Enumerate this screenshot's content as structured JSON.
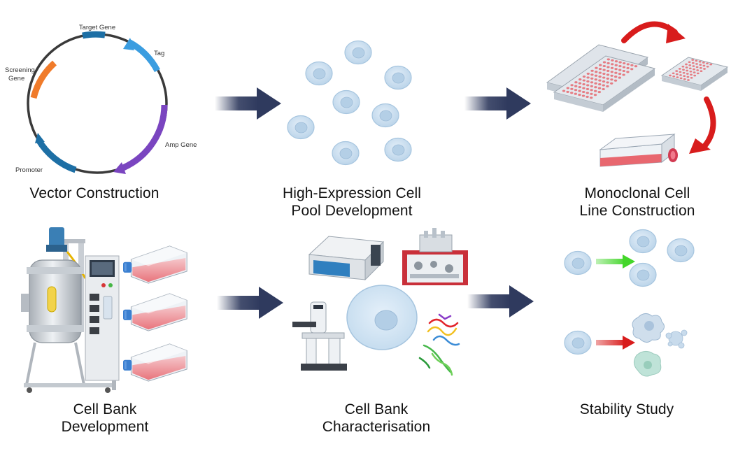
{
  "steps": {
    "vector_construction": {
      "caption": "Vector Construction",
      "labels": {
        "target_gene": "Target Gene",
        "tag": "Tag",
        "screening_gene_line1": "Screening",
        "screening_gene_line2": "Gene",
        "amp_gene": "Amp Gene",
        "promoter": "Promoter"
      }
    },
    "cell_pool": {
      "caption_line1": "High-Expression Cell",
      "caption_line2": "Pool Development"
    },
    "monoclonal": {
      "caption_line1": "Monoclonal Cell",
      "caption_line2": "Line Construction"
    },
    "cell_bank": {
      "caption_line1": "Cell Bank",
      "caption_line2": "Development"
    },
    "characterisation": {
      "caption_line1": "Cell Bank",
      "caption_line2": "Characterisation"
    },
    "stability": {
      "caption": "Stability Study"
    }
  },
  "colors": {
    "flow_arrow": "#2f3a5e",
    "plasmid_target": "#1d6fa5",
    "plasmid_tag": "#3b9de0",
    "plasmid_amp": "#7a45c0",
    "plasmid_promoter": "#1d6fa5",
    "plasmid_screening": "#f07b2a",
    "cell_fill": "#c9def0",
    "cell_stroke": "#9ec0dd",
    "medium": "#e8676f",
    "red_arrow": "#d81c1c",
    "green_arrow": "#43d62a"
  }
}
